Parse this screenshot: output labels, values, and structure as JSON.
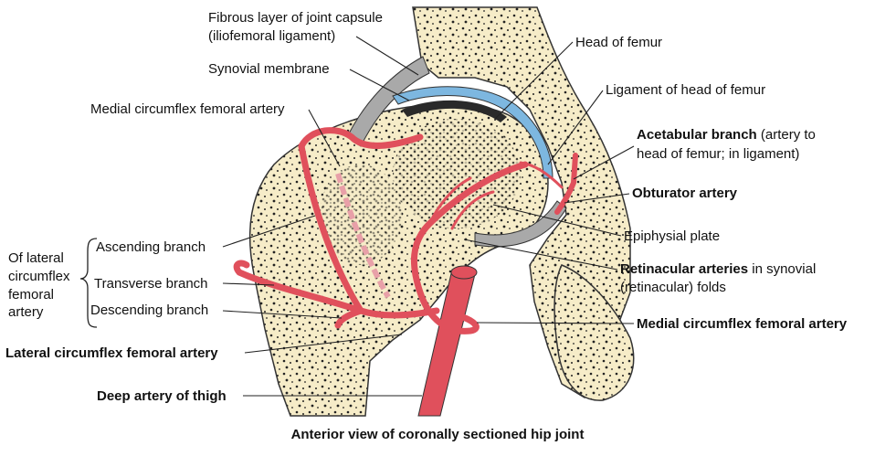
{
  "caption": "Anterior view of coronally sectioned hip joint",
  "labels": {
    "fibrous_layer_1": "Fibrous layer of joint capsule",
    "fibrous_layer_2": "(iliofemoral ligament)",
    "synovial_membrane": "Synovial membrane",
    "medial_circumflex_top": "Medial circumflex femoral artery",
    "head_of_femur": "Head of femur",
    "ligament_head": "Ligament of head of femur",
    "acetabular_bold": "Acetabular branch",
    "acetabular_rest1": " (artery to",
    "acetabular_rest2": "head of femur; in ligament)",
    "obturator": "Obturator artery",
    "epiphysial": "Epiphysial plate",
    "retinacular_bold": "Retinacular arteries",
    "retinacular_rest1": " in synovial",
    "retinacular_rest2": "(retinacular) folds",
    "medial_circumflex_bottom": "Medial circumflex femoral artery",
    "lateral_group_1": "Of lateral",
    "lateral_group_2": "circumflex",
    "lateral_group_3": "femoral",
    "lateral_group_4": "artery",
    "ascending": "Ascending branch",
    "transverse": "Transverse branch",
    "descending": "Descending branch",
    "lateral_circumflex": "Lateral circumflex femoral artery",
    "deep_artery": "Deep artery of thigh"
  },
  "colors": {
    "bone": "#f6ecc8",
    "artery": "#e0505c",
    "cartilage": "#7db7e0",
    "capsule": "#a9a9a9"
  }
}
